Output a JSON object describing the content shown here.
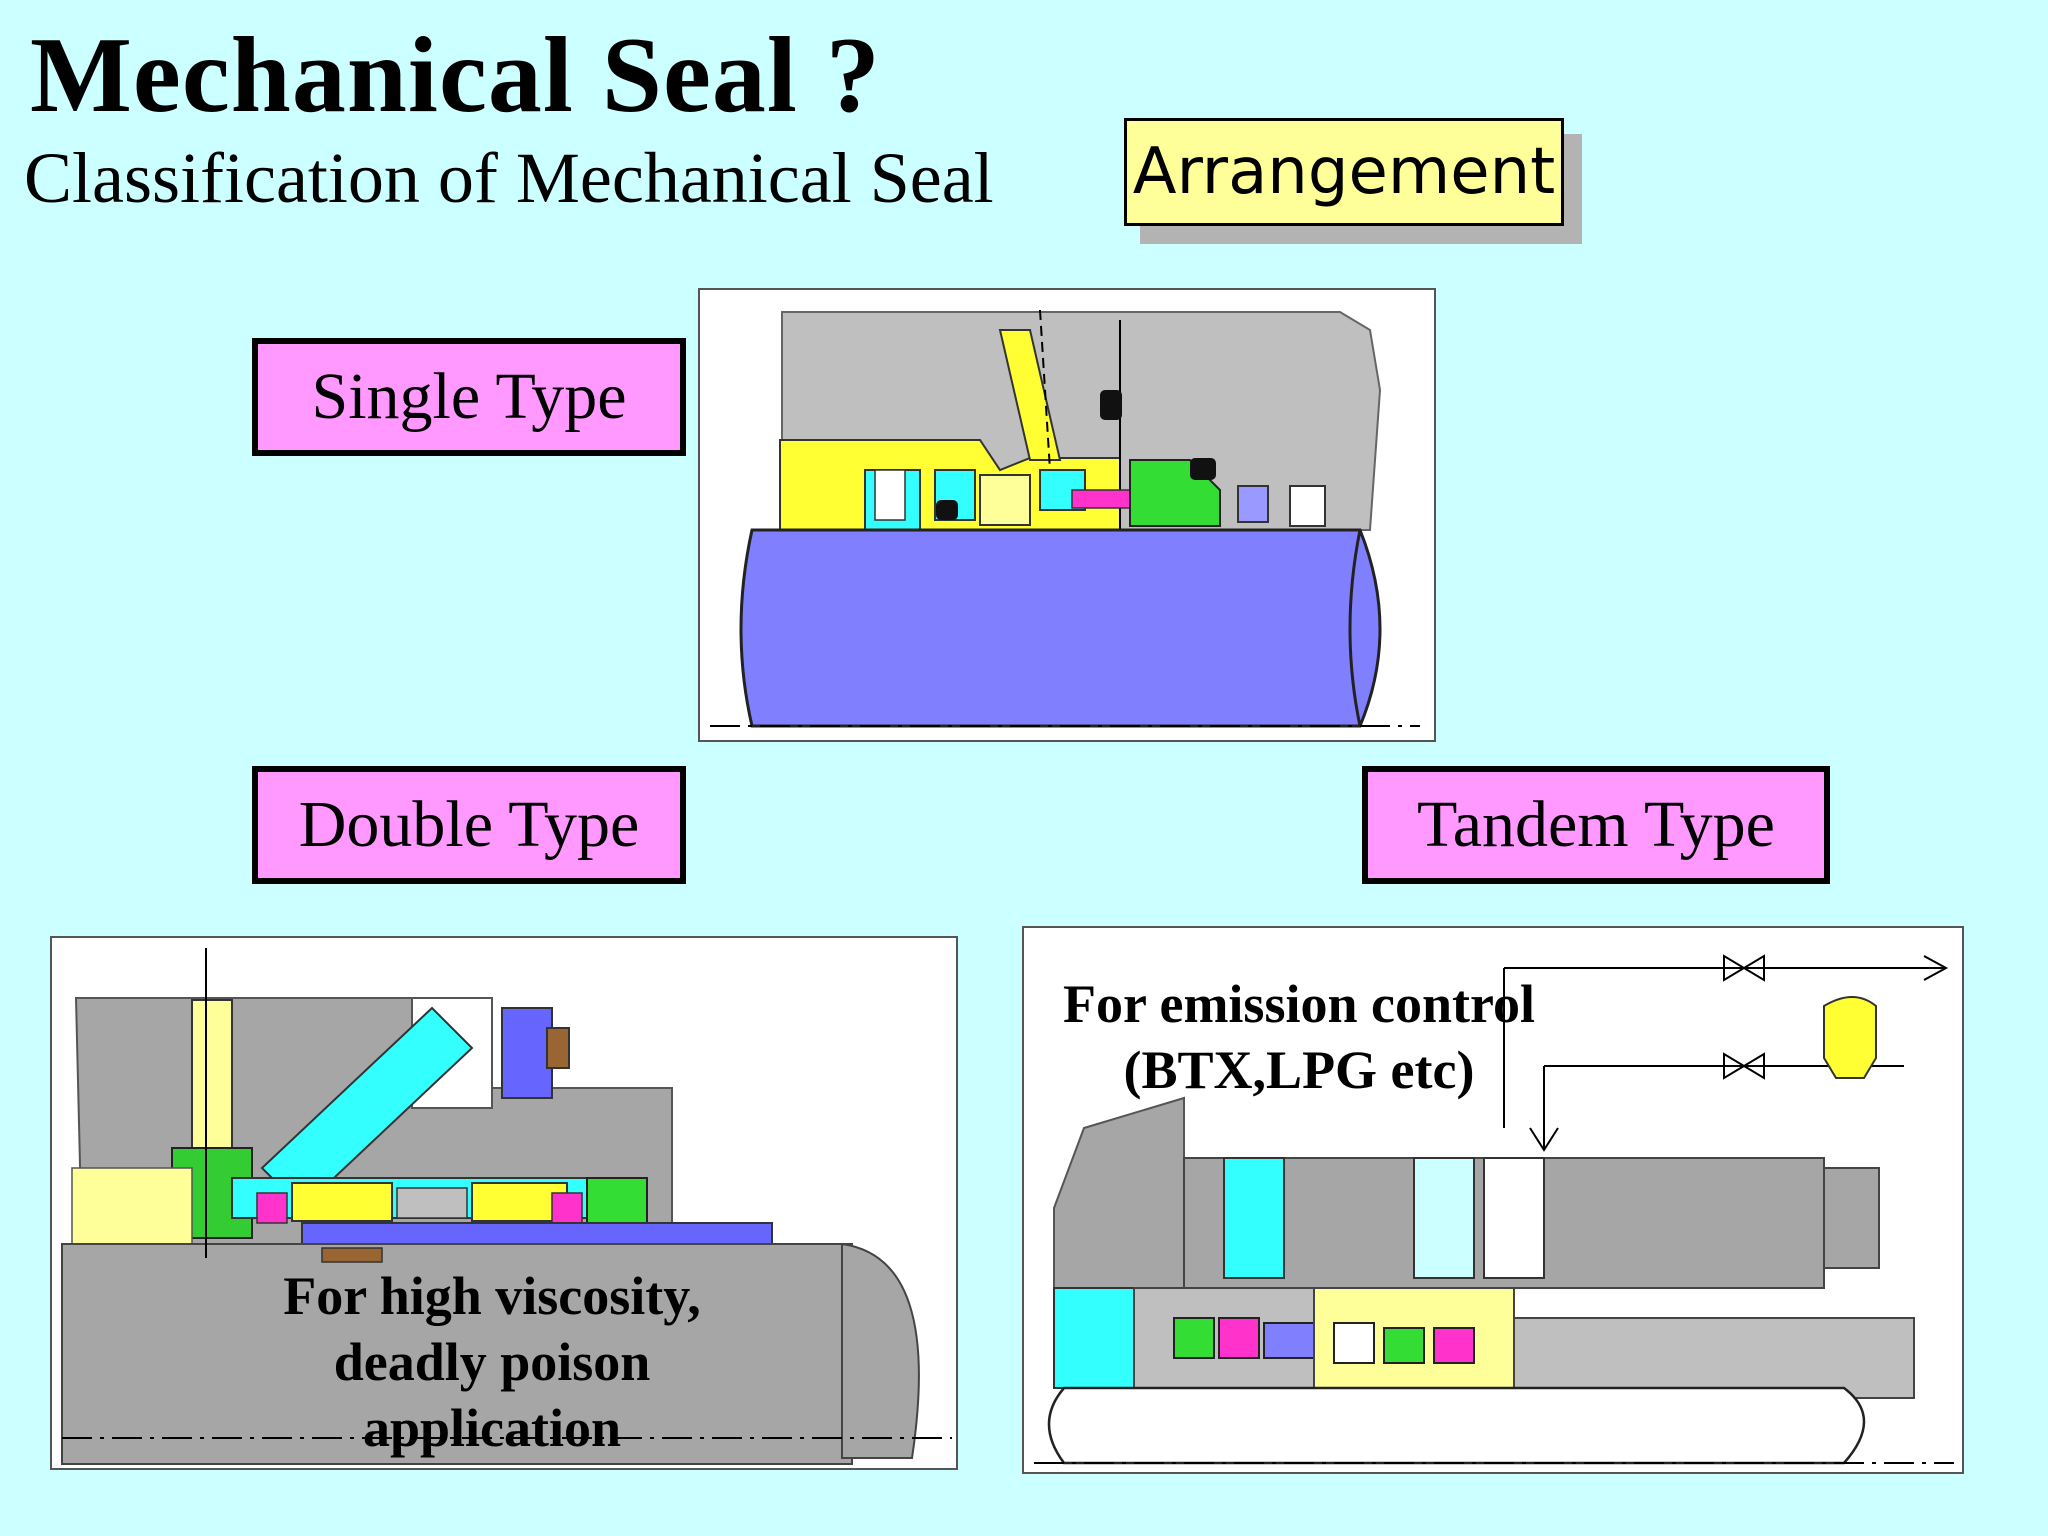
{
  "header": {
    "title": "Mechanical Seal ?",
    "subtitle": "Classification of Mechanical Seal"
  },
  "arrangement_label": "Arrangement",
  "types": {
    "single": "Single Type",
    "double": "Double Type",
    "tandem": "Tandem Type"
  },
  "double_caption": {
    "line1": "For high viscosity,",
    "line2": "deadly poison",
    "line3": "application"
  },
  "tandem_caption": {
    "line1": "For emission control",
    "line2": "(BTX,LPG etc)"
  },
  "colors": {
    "background": "#ccffff",
    "label_pink": "#ff99ff",
    "arrangement_yellow": "#ffff99"
  }
}
